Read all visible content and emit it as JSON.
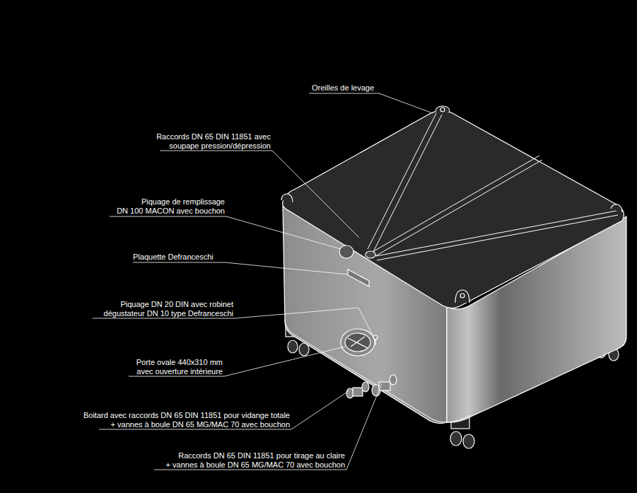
{
  "diagram": {
    "labels": [
      "Oreilles de levage",
      "Raccords DN 65 DIN 11851 avec soupape pression/dépression",
      "Piquage de remplissage DN 100 MACON avec bouchon",
      "Plaquette Defranceschi",
      "Piquage DN 20 DIN avec robinet dégustateur DN 10 type Defranceschi",
      "Porte ovale 440x310 mm avec ouverture intérieure",
      "Boitard avec raccords DN 65 DIN 11851 pour vidange totale + vannes à boule DN 65 MG/MAC 70 avec bouchon",
      "Raccords DN 65 DIN 11851 pour tirage au claire + vannes à boule DN 65 MG/MAC 70 avec bouchon"
    ]
  }
}
